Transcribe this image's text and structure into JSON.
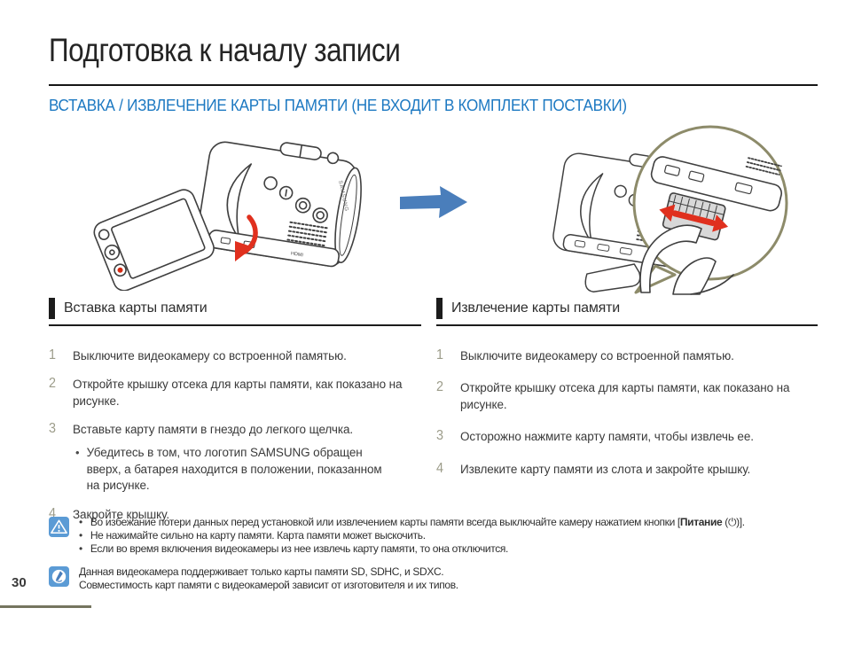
{
  "page": {
    "title": "Подготовка к началу записи",
    "subtitle": "ВСТАВКА / ИЗВЛЕЧЕНИЕ КАРТЫ ПАМЯТИ (НЕ ВХОДИТ В КОМПЛЕКТ ПОСТАВКИ)",
    "number": "30"
  },
  "figures": {
    "labels": {
      "hdmi": "HDMI",
      "brand": "SAMSUNG"
    }
  },
  "sections": {
    "insert": {
      "title": "Вставка карты памяти",
      "steps": [
        {
          "num": "1",
          "text": "Выключите видеокамеру со встроенной памятью."
        },
        {
          "num": "2",
          "text": "Откройте крышку отсека для карты памяти, как показано на рисунке."
        },
        {
          "num": "3",
          "text": "Вставьте карту памяти в гнездо до легкого щелчка.",
          "bullet": "Убедитесь в том, что логотип SAMSUNG обращен вверх, а батарея находится в положении, показанном на рисунке."
        },
        {
          "num": "4",
          "text": "Закройте крышку."
        }
      ]
    },
    "remove": {
      "title": "Извлечение карты памяти",
      "steps": [
        {
          "num": "1",
          "text": "Выключите видеокамеру со встроенной памятью."
        },
        {
          "num": "2",
          "text": "Откройте крышку отсека для карты памяти, как показано на рисунке."
        },
        {
          "num": "3",
          "text": "Осторожно нажмите карту памяти, чтобы извлечь ее."
        },
        {
          "num": "4",
          "text": "Извлеките карту памяти из слота и закройте крышку."
        }
      ]
    }
  },
  "notes": {
    "warning": {
      "item1_prefix": "Во избежание потери данных перед установкой или извлечением карты памяти всегда выключайте камеру нажатием кнопки [",
      "item1_bold": "Питание",
      "item1_suffix": " (⏻)].",
      "item2": "Не нажимайте сильно на карту памяти. Карта памяти может выскочить.",
      "item3": "Если во время включения видеокамеры из нее извлечь карту памяти, то она отключится."
    },
    "info": {
      "line1": "Данная видеокамера поддерживает только карты памяти SD, SDHC, и SDXC.",
      "line2": "Совместимость карт памяти с видеокамерой зависит от изготовителя и их типов."
    }
  },
  "colors": {
    "subtitle_blue": "#1d79c2",
    "icon_blue": "#5b9bd5",
    "arrow_blue": "#4a7ebb",
    "highlight_red": "#e0301e",
    "magnifier_olive": "#8d8b6a",
    "number_gray": "#9c9c8a"
  }
}
